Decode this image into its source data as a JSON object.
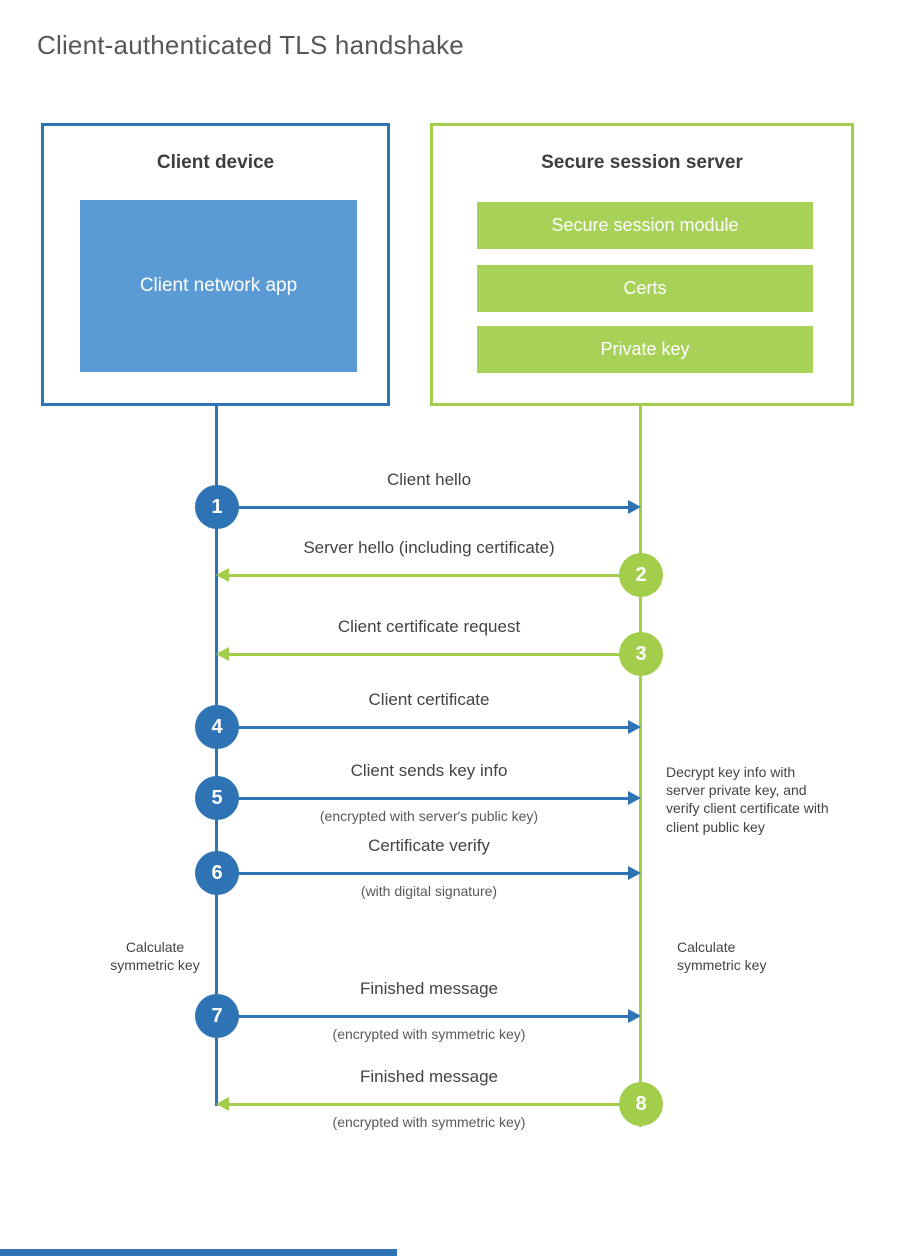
{
  "title": "Client-authenticated TLS handshake",
  "colors": {
    "blue": "#2e74b5",
    "blue_fill": "#5b9bd5",
    "green": "#a2ce4b",
    "green_fill": "#a8d158",
    "text_dark": "#3f4448",
    "text_gray": "#55595e"
  },
  "client": {
    "title": "Client device",
    "app_label": "Client network app"
  },
  "server": {
    "title": "Secure session server",
    "modules": [
      "Secure session module",
      "Certs",
      "Private key"
    ]
  },
  "messages": [
    {
      "num": "1",
      "direction": "client-to-server",
      "label": "Client hello",
      "sub": ""
    },
    {
      "num": "2",
      "direction": "server-to-client",
      "label": "Server hello (including certificate)",
      "sub": ""
    },
    {
      "num": "3",
      "direction": "server-to-client",
      "label": "Client certificate request",
      "sub": ""
    },
    {
      "num": "4",
      "direction": "client-to-server",
      "label": "Client certificate",
      "sub": ""
    },
    {
      "num": "5",
      "direction": "client-to-server",
      "label": "Client sends key info",
      "sub": "(encrypted with server's public key)"
    },
    {
      "num": "6",
      "direction": "client-to-server",
      "label": "Certificate verify",
      "sub": "(with digital signature)"
    },
    {
      "num": "7",
      "direction": "client-to-server",
      "label": "Finished message",
      "sub": "(encrypted with symmetric key)"
    },
    {
      "num": "8",
      "direction": "server-to-client",
      "label": "Finished message",
      "sub": "(encrypted with symmetric key)"
    }
  ],
  "annotations": {
    "decrypt_note": "Decrypt key info with server private key, and verify client certificate with client public key",
    "calc_left": "Calculate symmetric key",
    "calc_right": "Calculate symmetric key"
  }
}
